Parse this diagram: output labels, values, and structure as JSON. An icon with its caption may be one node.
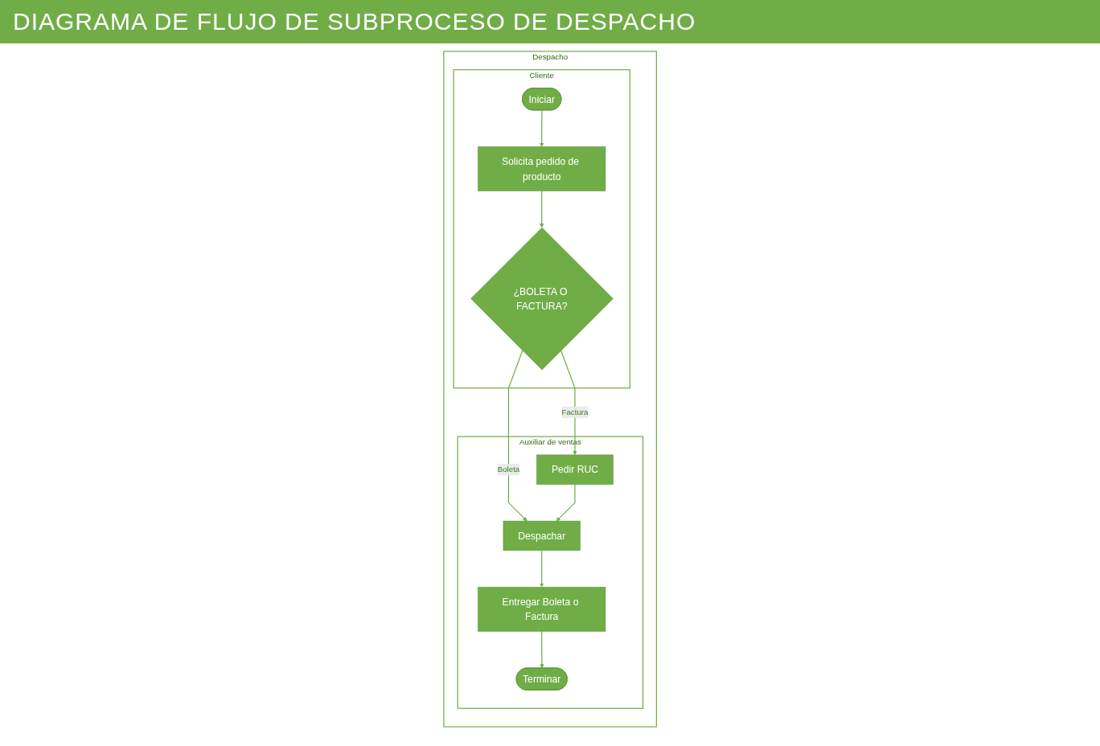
{
  "diagram": {
    "title": "DIAGRAMA DE FLUJO DE SUBPROCESO DE DESPACHO",
    "nodes": [
      {
        "text": [
          "Despacho"
        ]
      },
      {
        "text": [
          "Cliente"
        ],
        "in": 0
      },
      {
        "text": [
          "Auxiliar de ventas"
        ],
        "in": 0
      },
      {
        "text": [
          "Iniciar"
        ],
        "in": 1
      },
      {
        "text": [
          "Solicita pedido de producto"
        ],
        "in": 1
      },
      {
        "text": [
          "¿BOLETA O FACTURA?"
        ],
        "in": 1
      },
      {
        "text": [
          "Pedir RUC"
        ],
        "in": 2
      },
      {
        "text": [
          "Despachar"
        ],
        "in": 2
      },
      {
        "text": [
          "Entregar Boleta o Factura"
        ],
        "in": 2
      },
      {
        "text": [
          "Terminar"
        ],
        "in": 2
      }
    ],
    "edges": [
      {
        "from": 3,
        "to": 4,
        "arrow": "to"
      },
      {
        "from": 4,
        "to": 5,
        "arrow": "to"
      },
      {
        "from": 5,
        "to": 6,
        "label": "Factura",
        "arrow": "to"
      },
      {
        "from": 5,
        "to": 7,
        "label": "Boleta",
        "arrow": "to"
      },
      {
        "from": 6,
        "to": 7,
        "arrow": "to"
      },
      {
        "from": 7,
        "to": 8,
        "arrow": "to"
      },
      {
        "from": 8,
        "to": 9,
        "arrow": "to"
      }
    ]
  }
}
